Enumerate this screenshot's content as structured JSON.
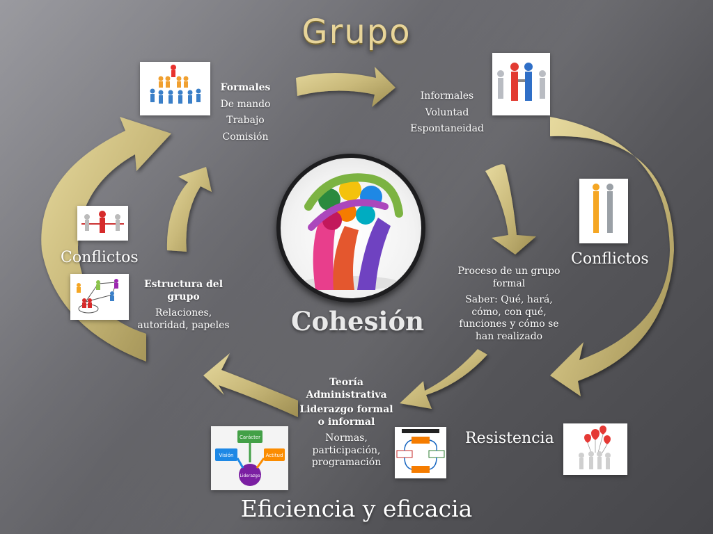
{
  "title": "Grupo",
  "center_label": "Cohesión",
  "footer": "Eficiencia y eficacia",
  "nodes": {
    "formales": {
      "heading": "Formales",
      "lines": [
        "De mando",
        "Trabajo",
        "Comisión"
      ]
    },
    "informales": {
      "lines": [
        "Informales",
        "Voluntad",
        "Espontaneidad"
      ]
    },
    "proceso": {
      "lines": [
        "Proceso de un grupo formal",
        "Saber: Qué, hará, cómo, con qué, funciones y cómo se han realizado"
      ]
    },
    "teoria": {
      "heading1": "Teoría Administrativa",
      "heading2": "Liderazgo formal o informal",
      "lines": [
        "Normas, participación, programación"
      ]
    },
    "estructura": {
      "heading": "Estructura del grupo",
      "lines": [
        "Relaciones, autoridad, papeles"
      ]
    }
  },
  "labels": {
    "conflictos_left": "Conflictos",
    "conflictos_right": "Conflictos",
    "resistencia": "Resistencia"
  },
  "leadership_diagram": {
    "top": "Carácter",
    "left": "Visión",
    "right": "Actitud",
    "bottom": "Liderazgo"
  },
  "colors": {
    "arrow": "#c9b97a",
    "arrow_dark": "#a8985a",
    "title": "#e8d59a"
  }
}
